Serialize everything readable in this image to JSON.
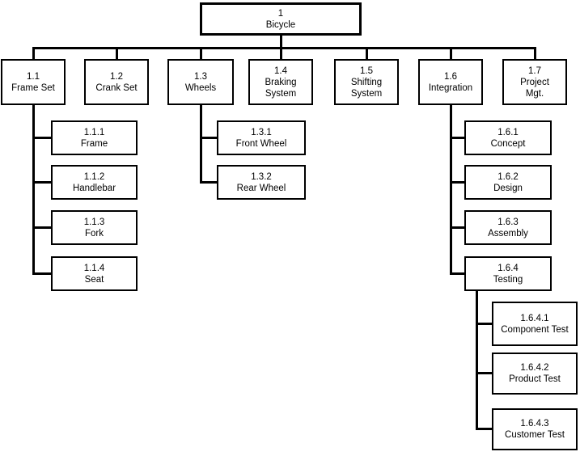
{
  "diagram": {
    "kind": "work-breakdown-structure",
    "colors": {
      "background": "#ffffff",
      "box_fill": "#ffffff",
      "box_border": "#000000",
      "connector": "#000000",
      "text": "#000000"
    }
  },
  "tree": {
    "code": "1",
    "name": "Bicycle",
    "children": [
      {
        "code": "1.1",
        "name": "Frame Set",
        "children": [
          {
            "code": "1.1.1",
            "name": "Frame"
          },
          {
            "code": "1.1.2",
            "name": "Handlebar"
          },
          {
            "code": "1.1.3",
            "name": "Fork"
          },
          {
            "code": "1.1.4",
            "name": "Seat"
          }
        ]
      },
      {
        "code": "1.2",
        "name": "Crank Set",
        "children": []
      },
      {
        "code": "1.3",
        "name": "Wheels",
        "children": [
          {
            "code": "1.3.1",
            "name": "Front Wheel"
          },
          {
            "code": "1.3.2",
            "name": "Rear Wheel"
          }
        ]
      },
      {
        "code": "1.4",
        "name": "Braking System",
        "children": []
      },
      {
        "code": "1.5",
        "name": "Shifting System",
        "children": []
      },
      {
        "code": "1.6",
        "name": "Integration",
        "children": [
          {
            "code": "1.6.1",
            "name": "Concept"
          },
          {
            "code": "1.6.2",
            "name": "Design"
          },
          {
            "code": "1.6.3",
            "name": "Assembly"
          },
          {
            "code": "1.6.4",
            "name": "Testing",
            "children": [
              {
                "code": "1.6.4.1",
                "name": "Component Test"
              },
              {
                "code": "1.6.4.2",
                "name": "Product Test"
              },
              {
                "code": "1.6.4.3",
                "name": "Customer Test"
              }
            ]
          }
        ]
      },
      {
        "code": "1.7",
        "name": "Project Mgt.",
        "children": []
      }
    ]
  }
}
